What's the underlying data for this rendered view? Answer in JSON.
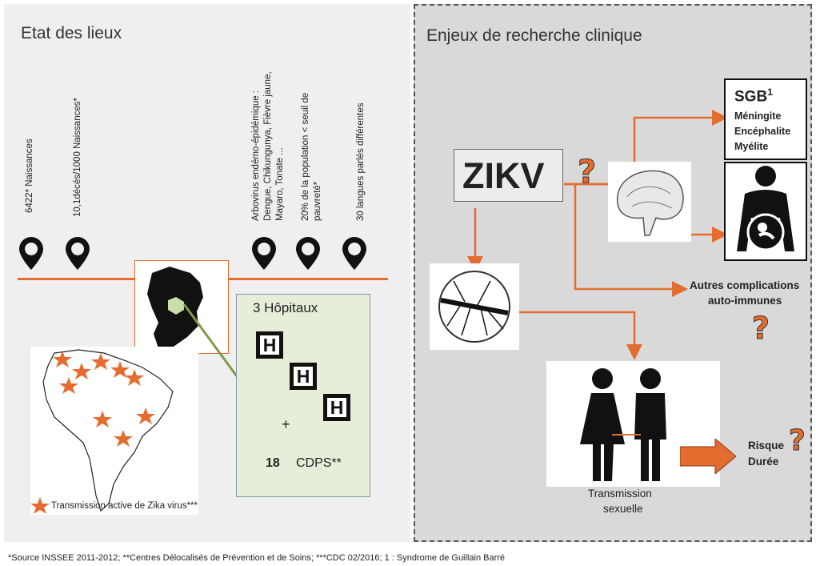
{
  "left": {
    "title": "Etat des lieux",
    "stats": [
      "6422* Naissances",
      "10,1décés/1000 Naissances*",
      "Arbovirus endémo-épidémique :",
      "Dengue, Chikungunya, Fièvre jaune,",
      "Mayaro, Tonate ...",
      "20% de la population < seuil de",
      "pauvreté*",
      "30 langues parlés différentes"
    ],
    "hospitals": {
      "title": "3 Hôpitaux",
      "h_letter": "H",
      "plus": "+",
      "cdps_number": "18",
      "cdps_label": "CDPS**"
    },
    "legend": "Transmission active de Zika virus***"
  },
  "right": {
    "title": "Enjeux de recherche clinique",
    "zikv": "ZIKV",
    "sgb": "SGB",
    "sgb_sup": "1",
    "neuro": [
      "Méningite",
      "Encéphalite",
      "Myélite"
    ],
    "autres": [
      "Autres complications",
      "auto-immunes"
    ],
    "transmission": [
      "Transmission",
      "sexuelle"
    ],
    "risk": [
      "Risque",
      "Durée"
    ],
    "question": "?"
  },
  "footer": "*Source INSSEE 2011-2012; **Centres Délocalisés de Prévention et de Soins; ***CDC 02/2016; 1 : Syndrome de Guillain Barré",
  "colors": {
    "accent": "#e46c2e",
    "green": "#e6eed9",
    "right_bg": "#d9d9d9"
  }
}
